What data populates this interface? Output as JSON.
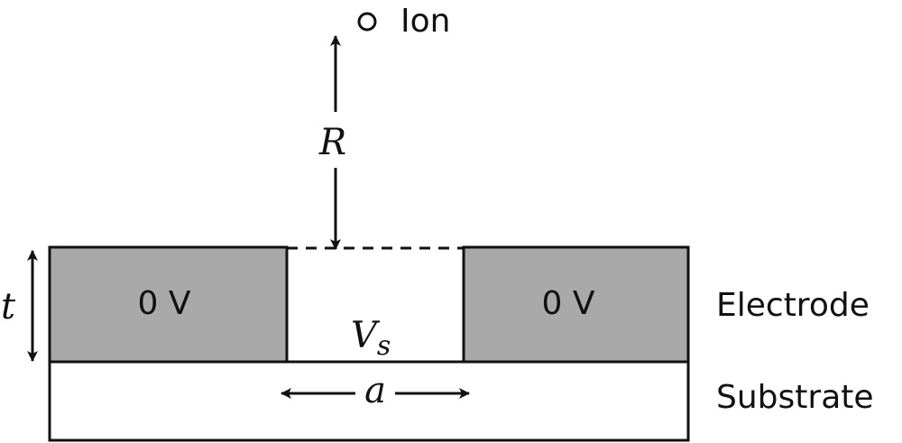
{
  "labels": {
    "ion": "Ion",
    "distance": "R",
    "thickness": "t",
    "gap_width": "a",
    "gap_voltage": "V",
    "gap_voltage_subscript": "s",
    "left_electrode_voltage": "0 V",
    "right_electrode_voltage": "0 V",
    "electrode_layer": "Electrode",
    "substrate_layer": "Substrate"
  },
  "colors": {
    "electrode_fill": "#a9a9a9",
    "substrate_fill": "#ffffff",
    "line": "#111111"
  }
}
